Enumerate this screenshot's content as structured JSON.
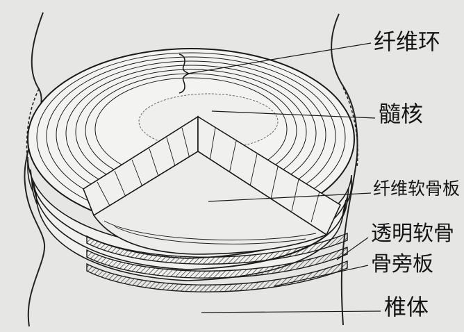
{
  "labels": {
    "annulus_fibrosus": "纤维环",
    "nucleus_pulposus": "髓核",
    "fibrocartilage_plate": "纤维软骨板",
    "hyaline_cartilage": "透明软骨",
    "bony_endplate": "骨旁板",
    "vertebral_body": "椎体"
  },
  "colors": {
    "background": "#e6e6e4",
    "ink": "#1a1a1a",
    "nucleus": "#efefed"
  }
}
